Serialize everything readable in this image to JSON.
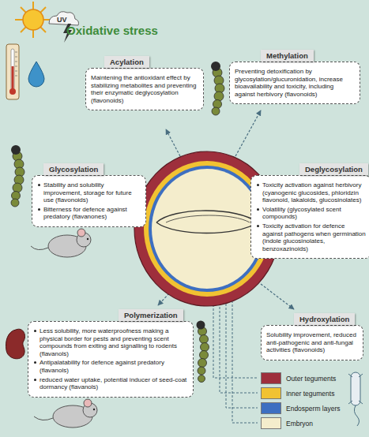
{
  "diagram": {
    "title": "Oxidative stress",
    "nodes": [
      {
        "text": [
          "Acylation",
          "Maintening the antioxidant effect by stabilizing metabolites and preventing their enzymatic deglycosylation (flavonoids)"
        ]
      },
      {
        "text": [
          "Methylation",
          "Preventing detoxification by glycosylation/glucuronidation, increase bioavailability and toxicity, including against herbivory (flavonoids)"
        ]
      },
      {
        "text": [
          "Glycosylation",
          "Stability and solubility improvement, storage for future use (flavonoids)",
          "Bitterness for defence against predatory (flavanones)"
        ]
      },
      {
        "text": [
          "Deglycosylation",
          "Toxicity activation against herbivory (cyanogenic glucosides, phloridzin flavonoid, lakaloids, glucosinolates)",
          "Volatility (glycosylated scent compounds)",
          "Toxicity activation for defence against pathogens when germination (indole glucosinolates, benzoxazinoids)"
        ]
      },
      {
        "text": [
          "Polymerization",
          "Less solubility, more waterproofness making a physical border for pests and preventing scent compounds from exiting and signalling to rodents (flavanols)",
          "Antipalatability for defence against predatory (flavanols)",
          "reduced water uptake, potential inducer of seed-coat dormancy (flavanols)"
        ]
      },
      {
        "text": [
          "Hydroxylation",
          "Solubility improvement, reduced anti-pathogenic and anti-fungal activities (flavonoids)"
        ]
      }
    ],
    "labels": [
      "UV"
    ],
    "legend": [
      {
        "text": "Outer teguments",
        "color": "#9e2f3c"
      },
      {
        "text": "Inner teguments",
        "color": "#f1c232"
      },
      {
        "text": "Endosperm layers",
        "color": "#3d6fc1"
      },
      {
        "text": "Embryon",
        "color": "#f4edcc"
      }
    ]
  }
}
